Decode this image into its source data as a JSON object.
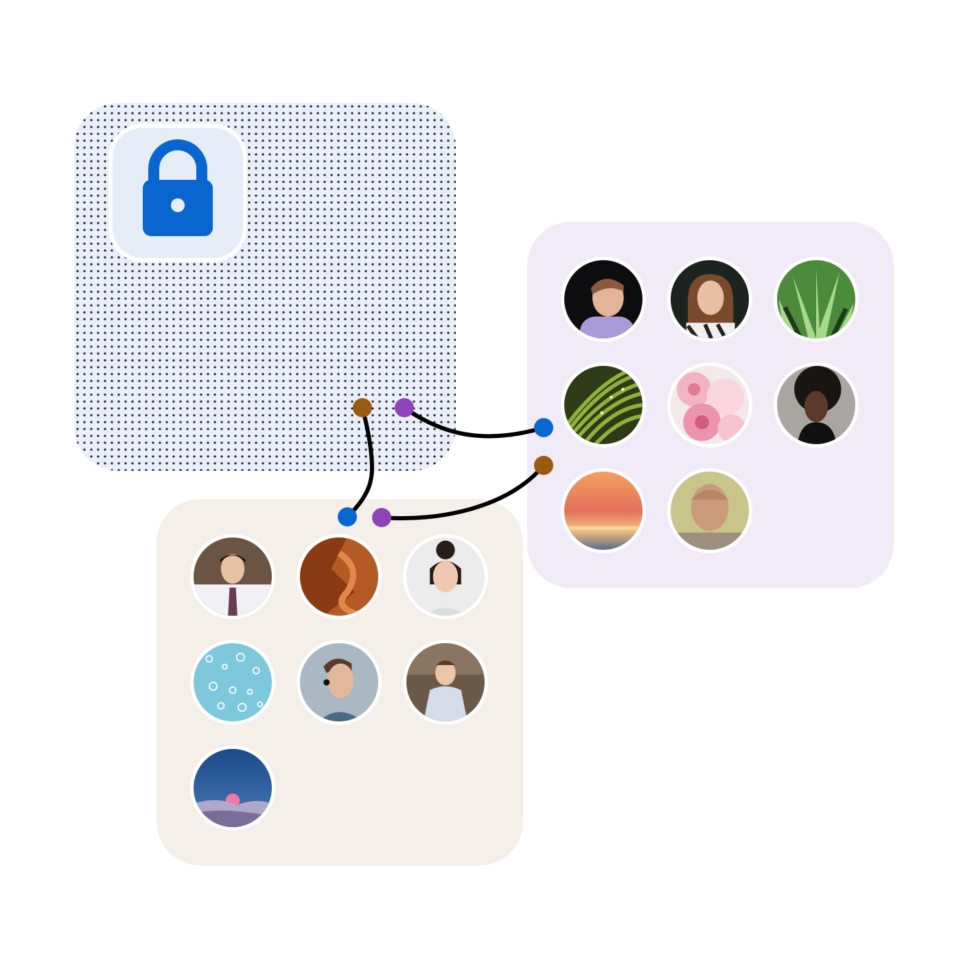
{
  "colors": {
    "lock": "#0a66cf",
    "connector_blue": "#0a66cf",
    "connector_brown": "#9a5a10",
    "connector_purple": "#8e44b8",
    "line": "#000000",
    "purple_panel": "#f1ebf7",
    "beige_panel": "#f5efea",
    "locked_panel": "#e9eef8"
  },
  "icons": {
    "lock": "lock-icon"
  },
  "groups": [
    {
      "id": "purple",
      "members": [
        "person",
        "person",
        "plant",
        "fiber",
        "flowers",
        "person",
        "sunset",
        "person"
      ]
    },
    {
      "id": "beige",
      "members": [
        "person",
        "rock",
        "person",
        "water-drops",
        "person",
        "person",
        "moon-landscape"
      ]
    }
  ]
}
